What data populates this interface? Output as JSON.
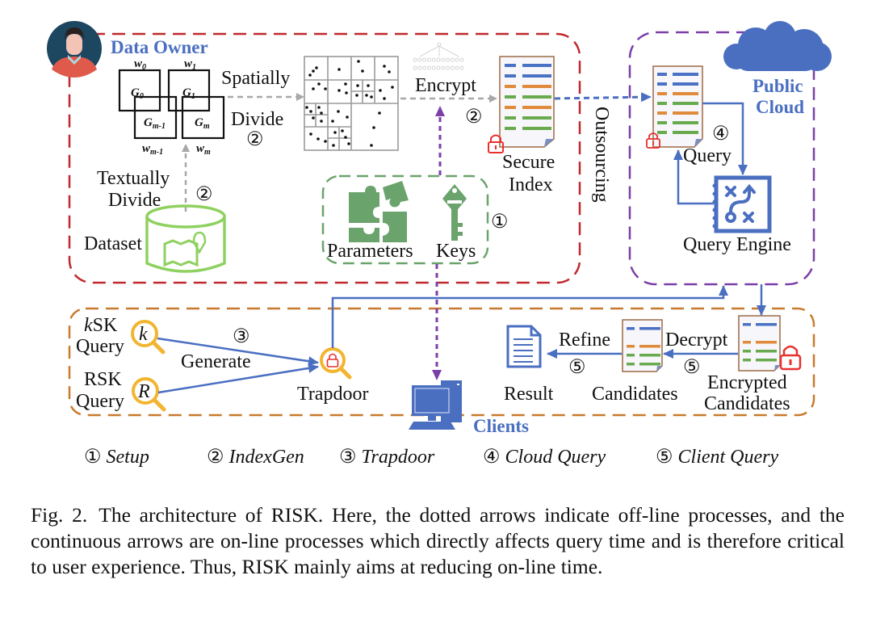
{
  "regions": {
    "data_owner": "Data Owner",
    "public_cloud_line1": "Public",
    "public_cloud_line2": "Cloud",
    "clients": "Clients"
  },
  "grids": {
    "g0": "G",
    "g0_sub": "0",
    "g1": "G",
    "g1_sub": "1",
    "gm1": "G",
    "gm1_sub": "m-1",
    "gm": "G",
    "gm_sub": "m",
    "w0": "w",
    "w0_sub": "0",
    "w1": "w",
    "w1_sub": "1",
    "wm1": "w",
    "wm1_sub": "m-1",
    "wm": "w",
    "wm_sub": "m"
  },
  "labels": {
    "spatially": "Spatially",
    "divide": "Divide",
    "textually": "Textually",
    "textually_divide": "Divide",
    "dataset": "Dataset",
    "encrypt": "Encrypt",
    "secure": "Secure",
    "index": "Index",
    "outsourcing": "Outsourcing",
    "parameters": "Parameters",
    "keys": "Keys",
    "query": "Query",
    "query_engine": "Query Engine",
    "ksk_k": "k",
    "ksk_rest": "SK",
    "ksk_query": "Query",
    "ksk_icon_letter": "k",
    "rsk": "RSK",
    "rsk_query": "Query",
    "rsk_icon_letter": "R",
    "generate": "Generate",
    "trapdoor": "Trapdoor",
    "refine": "Refine",
    "decrypt": "Decrypt",
    "result": "Result",
    "candidates": "Candidates",
    "encrypted": "Encrypted",
    "encrypted_candidates": "Candidates"
  },
  "step_markers": {
    "one": "①",
    "two": "②",
    "three": "③",
    "four": "④",
    "five": "⑤"
  },
  "legend": [
    {
      "num": "①",
      "name": "Setup"
    },
    {
      "num": "②",
      "name": "IndexGen"
    },
    {
      "num": "③",
      "name": "Trapdoor"
    },
    {
      "num": "④",
      "name": "Cloud Query"
    },
    {
      "num": "⑤",
      "name": "Client Query"
    }
  ],
  "caption": {
    "label": "Fig. 2.",
    "text": "The architecture of RISK. Here, the dotted arrows indicate off-line processes, and the continuous arrows are on-line processes which directly affects query time and is therefore critical to user experience. Thus, RISK mainly aims at reducing on-line time."
  },
  "colors": {
    "data_owner_border": "#c0282d",
    "cloud_border": "#7b3fa8",
    "clients_border": "#c87a2e",
    "setup_border": "#6aa36c",
    "online_arrow": "#4a6fc1",
    "offline_gray": "#a8a8a8",
    "offline_purple": "#7b3fa8",
    "index_blue": "#4a72c4",
    "index_orange": "#e08a3c",
    "index_green": "#6aaa4e",
    "lock_red": "#e8302f",
    "magnifier_yellow": "#f2b531",
    "setup_green": "#6aa36c",
    "dataset_green": "#8fd160"
  }
}
